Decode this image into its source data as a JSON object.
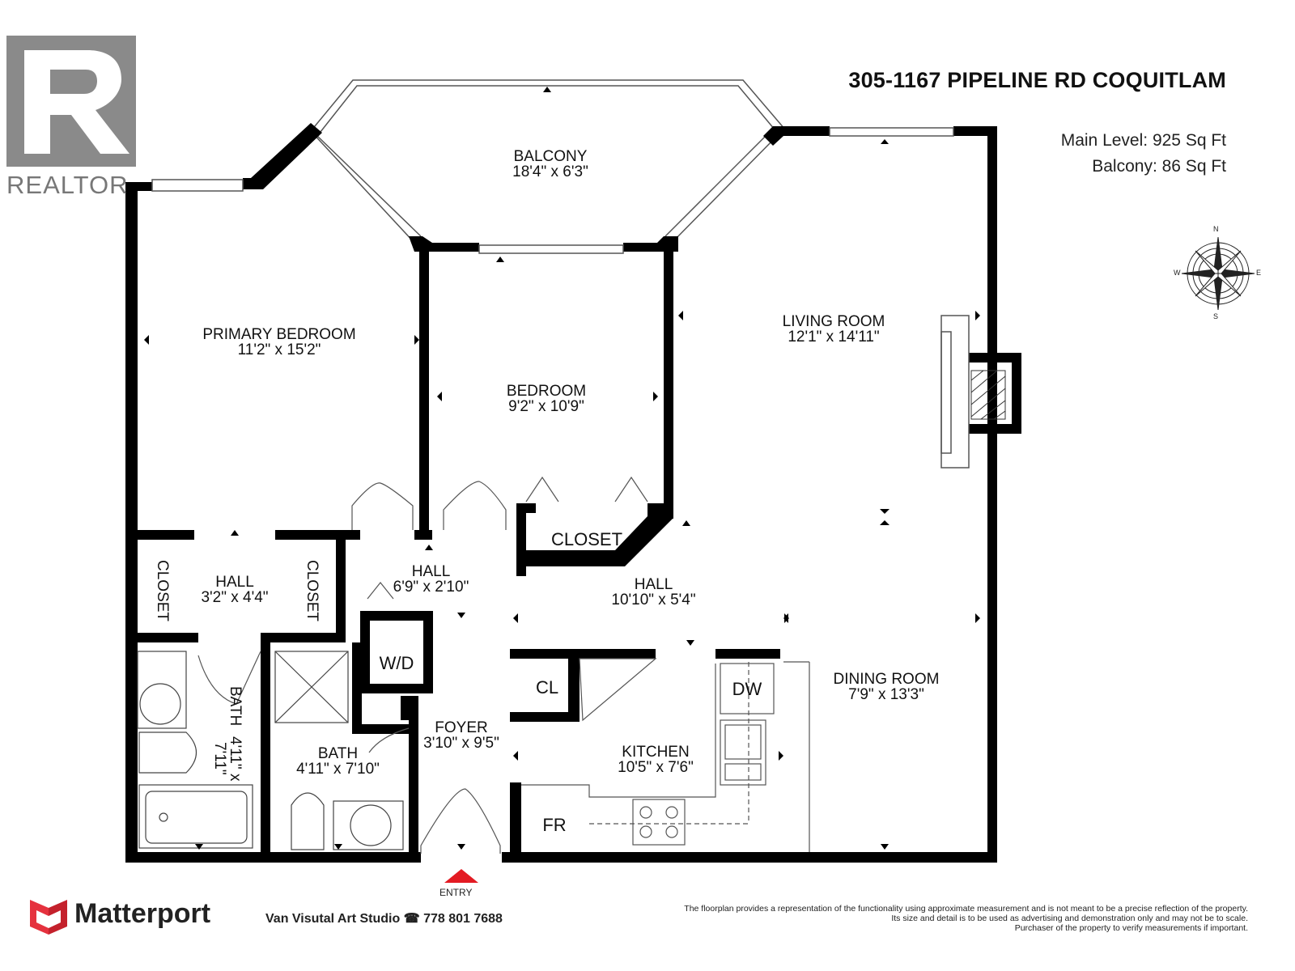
{
  "header": {
    "address": "305-1167 PIPELINE RD COQUITLAM",
    "main_level": "Main Level:  925 Sq Ft",
    "balcony_area": "Balcony: 86 Sq Ft"
  },
  "logos": {
    "realtor": "REALTOR",
    "matterport": "Matterport",
    "studio": "Van Visutal Art Studio ☎ 778 801 7688"
  },
  "compass": {
    "n": "N",
    "s": "S",
    "e": "E",
    "w": "W"
  },
  "rooms": {
    "balcony": {
      "name": "BALCONY",
      "dims": "18'4\" x 6'3\""
    },
    "primary_bedroom": {
      "name": "PRIMARY BEDROOM",
      "dims": "11'2\" x 15'2\""
    },
    "bedroom": {
      "name": "BEDROOM",
      "dims": "9'2\" x 10'9\""
    },
    "living_room": {
      "name": "LIVING ROOM",
      "dims": "12'1\" x 14'11\""
    },
    "hall_small": {
      "name": "HALL",
      "dims": "3'2\" x 4'4\""
    },
    "hall_mid": {
      "name": "HALL",
      "dims": "6'9\" x 2'10\""
    },
    "hall_long": {
      "name": "HALL",
      "dims": "10'10\" x 5'4\""
    },
    "dining_room": {
      "name": "DINING ROOM",
      "dims": "7'9\" x 13'3\""
    },
    "foyer": {
      "name": "FOYER",
      "dims": "3'10\" x 9'5\""
    },
    "kitchen": {
      "name": "KITCHEN",
      "dims": "10'5\" x 7'6\""
    },
    "bath_main": {
      "name": "BATH",
      "dims": "4'11\" x 7'10\""
    },
    "bath_ensuite": {
      "name": "BATH",
      "dims": "4'11\" x 7'11\""
    }
  },
  "fixtures": {
    "closet_main": "CLOSET",
    "closet_left": "CLOSET",
    "closet_right": "CLOSET",
    "wd": "W/D",
    "cl": "CL",
    "dw": "DW",
    "fr": "FR"
  },
  "entry": "ENTRY",
  "disclaimer": [
    "The floorplan provides a representation of the functionality using approximate measurement and is not meant to be a precise reflection of the property.",
    "Its size and detail is to be used as advertising and demonstration only and may not be to scale.",
    "Purchaser of the property to verify measurements if important."
  ],
  "colors": {
    "wall": "#000000",
    "entry_arrow": "#e31b23",
    "matterport_brand": "#e5323e",
    "realtor_gray": "#8a8a8a"
  }
}
